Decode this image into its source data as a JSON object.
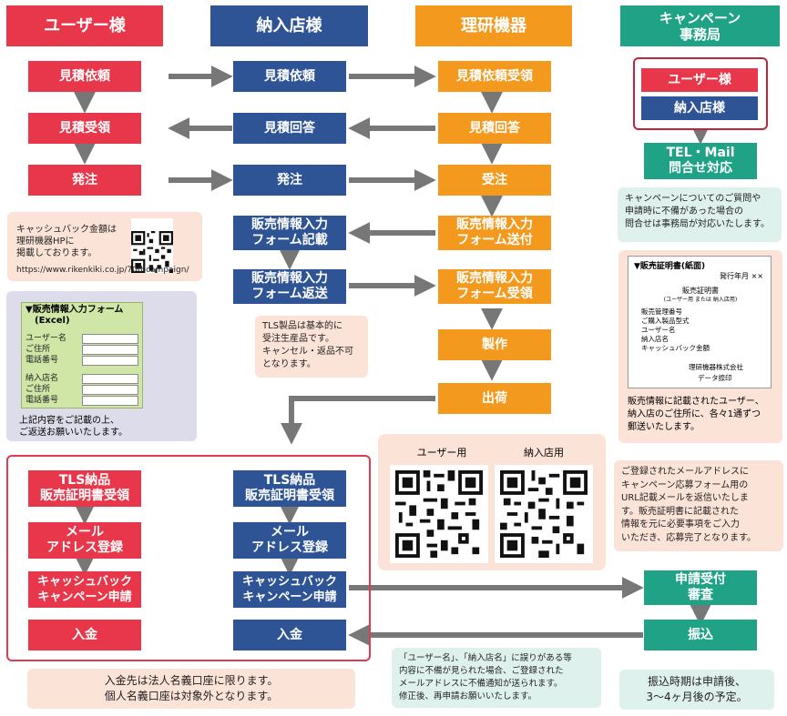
{
  "headers": {
    "user": "ユーザー様",
    "dealer": "納入店様",
    "riken": "理研機器",
    "campaign": "キャンペーン\n事務局"
  },
  "user_flow": {
    "request": "見積依頼",
    "receive_quote": "見積受領",
    "order": "発注"
  },
  "dealer_flow": {
    "request": "見積依頼",
    "answer": "見積回答",
    "order": "発注",
    "form_fill": "販売情報入力\nフォーム記載",
    "form_return": "販売情報入力\nフォーム返送"
  },
  "riken_flow": {
    "request_received": "見積依頼受領",
    "answer": "見積回答",
    "accept_order": "受注",
    "form_send": "販売情報入力\nフォーム送付",
    "form_receive": "販売情報入力\nフォーム受領",
    "manufacture": "製作",
    "ship": "出荷"
  },
  "campaign_office": {
    "user": "ユーザー様",
    "dealer": "納入店様",
    "contact": "TEL・Mail\n問合せ対応",
    "contact_note": "キャンペーンについてのご質問や\n申請時に不備があった場合の\n問合せは事務局が対応いたします。",
    "review": "申請受付\n審査",
    "transfer": "振込",
    "transfer_note": "振込時期は申請後、\n3〜4ヶ月後の予定。"
  },
  "cashback_note": {
    "text": "キャッシュバック金額は\n理研機器HPに\n掲載しております。",
    "url": "https://www.rikenkiki.co.jp/70thcampaign/"
  },
  "form_card": {
    "title": "▼販売情報入力フォーム\n　(Excel)",
    "fields_user": [
      "ユーザー名",
      "ご住所",
      "電話番号"
    ],
    "fields_dealer": [
      "納入店名",
      "ご住所",
      "電話番号"
    ],
    "note": "上記内容をご記載の上、\nご返送お願いいたします。"
  },
  "tls_note": "TLS製品は基本的に\n受注生産品です。\nキャンセル・返品不可\nとなります。",
  "certificate": {
    "title": "▼販売証明書(紙面)",
    "issue": "発行年月 ××",
    "doc_title": "販売証明書",
    "doc_sub": "(ユーザー用 または 納入店用)",
    "fields": [
      "販売管理番号",
      "ご購入製品型式",
      "ユーザー名",
      "納入店名",
      "キャッシュバック金額"
    ],
    "company": "理研機器株式会社",
    "stamp": "データ捺印",
    "note": "販売情報に記載されたユーザー、\n納入店のご住所に、各々1通ずつ\n郵送いたします。"
  },
  "qr_panel": {
    "user_label": "ユーザー用",
    "dealer_label": "納入店用"
  },
  "user_bottom": {
    "cert": "TLS納品\n販売証明書受領",
    "mail": "メール\nアドレス登録",
    "apply": "キャッシュバック\nキャンペーン申請",
    "payment": "入金"
  },
  "dealer_bottom": {
    "cert": "TLS納品\n販売証明書受領",
    "mail": "メール\nアドレス登録",
    "apply": "キャッシュバック\nキャンペーン申請",
    "payment": "入金"
  },
  "email_note": "ご登録されたメールアドレスに\nキャンペーン応募フォーム用の\nURL記載メールを返信いたしま\nす。販売証明書に記載された\n情報を元に必要事項をご入力\nいただき、応募完了となります。",
  "payment_note": "入金先は法人名義口座に限ります。\n個人名義口座は対象外となります。",
  "error_note": "「ユーザー名」、「納入店名」に誤りがある等\n内容に不備が見られた場合、ご登録された\nメールアドレスに不備通知が送られます。\n修正後、再申請お願いいたします。",
  "colors": {
    "user": "#e8374a",
    "dealer": "#2f5496",
    "riken": "#f39a1e",
    "campaign": "#1fa286",
    "arrow": "#777777"
  }
}
